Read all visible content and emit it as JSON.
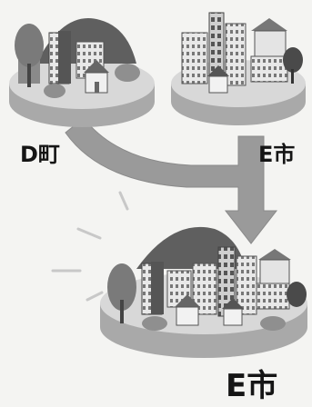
{
  "diagram": {
    "left_town_label": "D町",
    "right_city_label": "E市",
    "merged_city_label": "E市"
  },
  "colors": {
    "arrow": "#9a9a9a",
    "disc_top": "#d8d8d8",
    "disc_side": "#a9a9a9",
    "hill": "#5f5f5f",
    "building_light": "#e8e8e8",
    "building_dark": "#555555"
  }
}
